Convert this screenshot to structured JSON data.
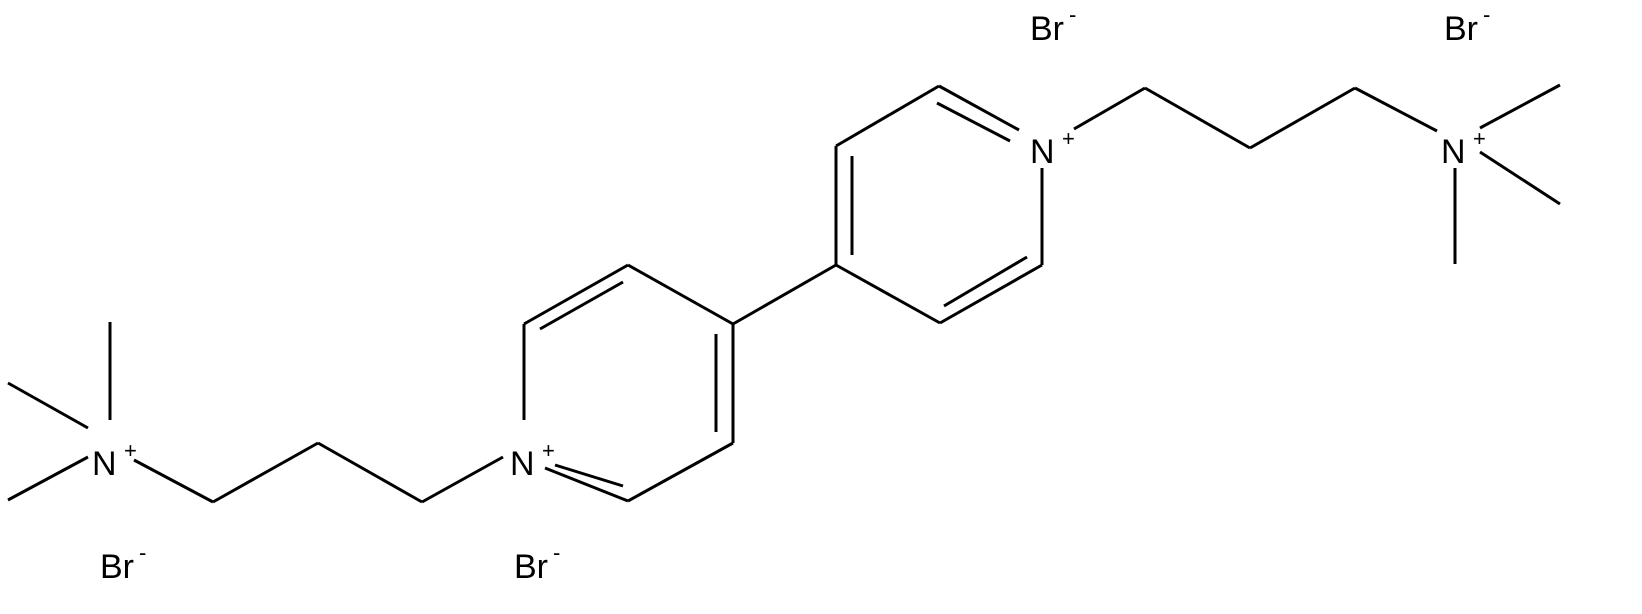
{
  "molecule": {
    "atoms": {
      "n_quat_left": "N",
      "n_py_left": "N",
      "n_py_right": "N",
      "n_quat_right": "N"
    },
    "charges": {
      "n_quat_left": "+",
      "n_py_left": "+",
      "n_py_right": "+",
      "n_quat_right": "+"
    },
    "counterions": [
      {
        "symbol": "Br",
        "charge": "-"
      },
      {
        "symbol": "Br",
        "charge": "-"
      },
      {
        "symbol": "Br",
        "charge": "-"
      },
      {
        "symbol": "Br",
        "charge": "-"
      }
    ],
    "colors": {
      "ink": "#000000",
      "background": "#ffffff"
    }
  }
}
